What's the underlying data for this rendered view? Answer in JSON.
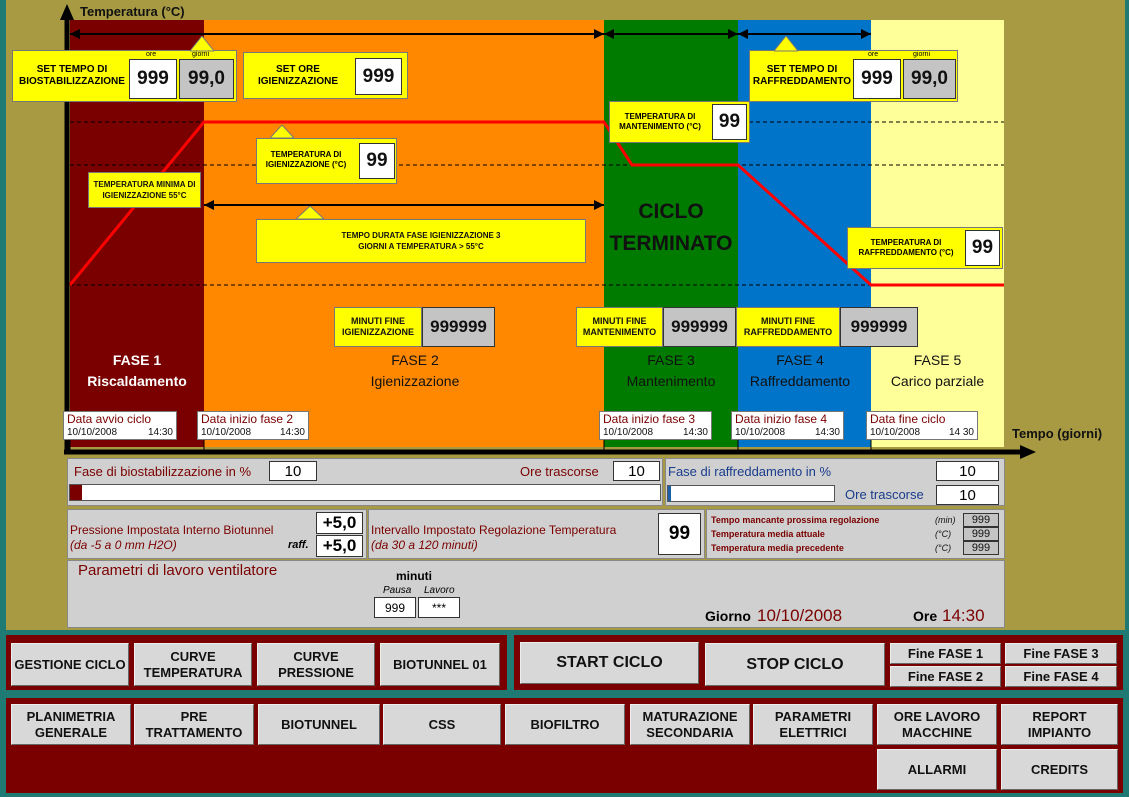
{
  "axes": {
    "y_label": "Temperatura (°C)",
    "x_label": "Tempo (giorni)"
  },
  "phases": [
    {
      "num": "FASE 1",
      "name": "Riscaldamento",
      "color": "#7a0000"
    },
    {
      "num": "FASE 2",
      "name": "Igienizzazione",
      "color": "#ff8800"
    },
    {
      "num": "FASE 3",
      "name": "Mantenimento",
      "color": "#007b00"
    },
    {
      "num": "FASE 4",
      "name": "Raffreddamento",
      "color": "#0074c8"
    },
    {
      "num": "FASE 5",
      "name": "Carico parziale",
      "color": "#ffff99"
    }
  ],
  "set_biostab": {
    "label": "SET TEMPO DI BIOSTABILIZZAZIONE",
    "ore_label": "ore",
    "giorni_label": "giorni",
    "ore": "999",
    "giorni": "99,0"
  },
  "set_igien": {
    "label": "SET ORE IGIENIZZAZIONE",
    "value": "999"
  },
  "set_raff": {
    "label": "SET TEMPO DI RAFFREDDAMENTO",
    "ore_label": "ore",
    "giorni_label": "giorni",
    "ore": "999",
    "giorni": "99,0"
  },
  "temp_min": {
    "label": "TEMPERATURA MINIMA DI IGIENIZZAZIONE 55°C"
  },
  "temp_igien": {
    "label": "TEMPERATURA DI IGIENIZZAZIONE (°C)",
    "value": "99"
  },
  "temp_mant": {
    "label": "TEMPERATURA DI MANTENIMENTO (°C)",
    "value": "99"
  },
  "temp_raff": {
    "label": "TEMPERATURA DI RAFFREDDAMENTO (°C)",
    "value": "99"
  },
  "durata": {
    "label": "TEMPO DURATA FASE IGIENIZZAZIONE 3 GIORNI A TEMPERATURA > 55°C"
  },
  "ciclo": {
    "line1": "CICLO",
    "line2": "TERMINATO"
  },
  "minuti_igien": {
    "label": "MINUTI FINE IGIENIZZAZIONE",
    "value": "999999"
  },
  "minuti_mant": {
    "label": "MINUTI FINE MANTENIMENTO",
    "value": "999999"
  },
  "minuti_raff": {
    "label": "MINUTI FINE RAFFREDDAMENTO",
    "value": "999999"
  },
  "dates": [
    {
      "title": "Data avvio ciclo",
      "date": "10/10/2008",
      "time": "14:30"
    },
    {
      "title": "Data inizio fase 2",
      "date": "10/10/2008",
      "time": "14:30"
    },
    {
      "title": "Data inizio fase 3",
      "date": "10/10/2008",
      "time": "14:30"
    },
    {
      "title": "Data inizio fase 4",
      "date": "10/10/2008",
      "time": "14:30"
    },
    {
      "title": "Data fine ciclo",
      "date": "10/10/2008",
      "time": "14 30"
    }
  ],
  "biostab": {
    "label": "Fase di biostabilizzazione in %",
    "value": "10",
    "ore_label": "Ore trascorse",
    "ore_value": "10",
    "progress": 0.02
  },
  "raffr": {
    "label": "Fase di raffreddamento in %",
    "value": "10",
    "ore_label": "Ore trascorse",
    "ore_value": "10",
    "progress": 0.02
  },
  "pressione": {
    "label": "Pressione Impostata Interno Biotunnel",
    "range": "(da -5 a 0 mm H2O)",
    "value": "+5,0",
    "raff_label": "raff.",
    "raff_value": "+5,0"
  },
  "intervallo": {
    "label": "Intervallo Impostato Regolazione Temperatura",
    "range": "(da 30 a 120 minuti)",
    "value": "99"
  },
  "stats": [
    {
      "label": "Tempo mancante prossima regolazione",
      "unit": "(min)",
      "value": "999"
    },
    {
      "label": "Temperatura media attuale",
      "unit": "(°C)",
      "value": "999"
    },
    {
      "label": "Temperatura media precedente",
      "unit": "(°C)",
      "value": "999"
    }
  ],
  "ventilatore": {
    "title": "Parametri di lavoro ventilatore",
    "minuti_label": "minuti",
    "pausa_label": "Pausa",
    "lavoro_label": "Lavoro",
    "pausa": "999",
    "lavoro": "***"
  },
  "giorno": {
    "label": "Giorno",
    "value": "10/10/2008"
  },
  "ore": {
    "label": "Ore",
    "value": "14:30"
  },
  "row1": [
    "GESTIONE CICLO",
    "CURVE TEMPERATURA",
    "CURVE PRESSIONE",
    "BIOTUNNEL 01"
  ],
  "start": "START CICLO",
  "stop": "STOP CICLO",
  "fine": [
    "Fine FASE 1",
    "Fine FASE 3",
    "Fine FASE 2",
    "Fine FASE 4"
  ],
  "row2": [
    "PLANIMETRIA GENERALE",
    "PRE TRATTAMENTO",
    "BIOTUNNEL",
    "CSS",
    "BIOFILTRO",
    "MATURAZIONE SECONDARIA",
    "PARAMETRI ELETTRICI",
    "ORE LAVORO MACCHINE",
    "REPORT IMPIANTO"
  ],
  "allarmi": "ALLARMI",
  "credits": "CREDITS"
}
